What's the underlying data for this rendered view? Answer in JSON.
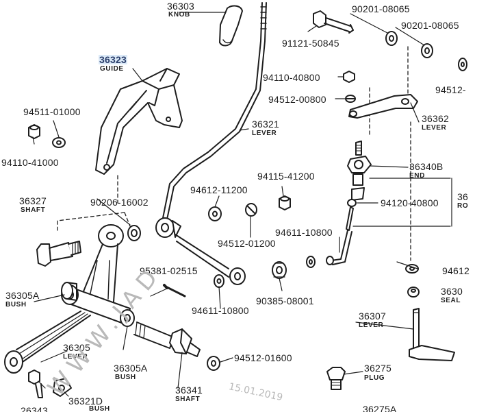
{
  "colors": {
    "ink": "#1d1d1d",
    "highlight": "#dbe9f7",
    "watermark": "#b9b9b9"
  },
  "labels": {
    "p36303": {
      "number": "36303",
      "name": "KNOB"
    },
    "p36323": {
      "number": "36323",
      "name": "GUIDE"
    },
    "p36321": {
      "number": "36321",
      "name": "LEVER"
    },
    "p36362": {
      "number": "36362",
      "name": "LEVER"
    },
    "p36340B": {
      "number": "36340B",
      "name": "END"
    },
    "p36327": {
      "number": "36327",
      "name": "SHAFT"
    },
    "p36305A1": {
      "number": "36305A",
      "name": "BUSH"
    },
    "p36305": {
      "number": "36305",
      "name": "LEVER"
    },
    "p36305A2": {
      "number": "36305A",
      "name": "BUSH"
    },
    "p36341": {
      "number": "36341",
      "name": "SHAFT"
    },
    "p36321D": {
      "number": "36321D",
      "name": "BUSH"
    },
    "p36307": {
      "number": "36307",
      "name": "LEVER"
    },
    "p36275": {
      "number": "36275",
      "name": "PLUG"
    },
    "p36275A": {
      "number": "36275A"
    },
    "p3630x": {
      "number": "3630",
      "name": "SEAL"
    },
    "p36r": {
      "number": "36",
      "name": "RO"
    },
    "p26343": {
      "number": "26343"
    },
    "n91121_50845": {
      "number": "91121-50845"
    },
    "n90201_08065a": {
      "number": "90201-08065"
    },
    "n90201_08065b": {
      "number": "90201-08065"
    },
    "n94110_40800": {
      "number": "94110-40800"
    },
    "n94512_00800": {
      "number": "94512-00800"
    },
    "n94512_cut": {
      "number": "94512-"
    },
    "n94511_01000": {
      "number": "94511-01000"
    },
    "n94110_41000": {
      "number": "94110-41000"
    },
    "n94115_41200": {
      "number": "94115-41200"
    },
    "n94612_11200": {
      "number": "94612-11200"
    },
    "n94120_40800": {
      "number": "94120-40800"
    },
    "n90206_16002": {
      "number": "90206-16002"
    },
    "n94512_01200": {
      "number": "94512-01200"
    },
    "n94611_10800a": {
      "number": "94611-10800"
    },
    "n94612_cut": {
      "number": "94612"
    },
    "n95381_02515": {
      "number": "95381-02515"
    },
    "n94611_10800b": {
      "number": "94611-10800"
    },
    "n90385_08001": {
      "number": "90385-08001"
    },
    "n94512_01600": {
      "number": "94512-01600"
    }
  },
  "watermark": {
    "site": "WWW.JAD",
    "date": "15.01.2019"
  }
}
